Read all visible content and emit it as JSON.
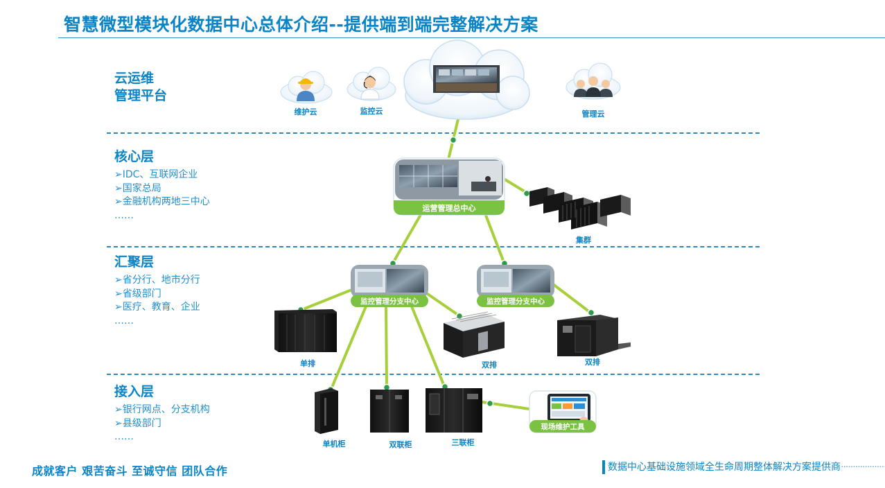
{
  "title": "智慧微型模块化数据中心总体介绍--提供端到端完整解决方案",
  "layers": [
    {
      "name_lines": [
        "云运维",
        "管理平台"
      ],
      "items": []
    },
    {
      "name_lines": [
        "核心层"
      ],
      "items": [
        "➢IDC、互联网企业",
        "➢国家总局",
        "➢金融机构两地三中心",
        "……"
      ]
    },
    {
      "name_lines": [
        "汇聚层"
      ],
      "items": [
        "➢省分行、地市分行",
        "➢省级部门",
        "➢医疗、教育、企业",
        "……"
      ]
    },
    {
      "name_lines": [
        "接入层"
      ],
      "items": [
        "➢银行网点、分支机构",
        "➢县级部门",
        "……"
      ]
    }
  ],
  "cloud": {
    "maintenance_label": "维护云",
    "monitoring_label": "监控云",
    "management_label": "管理云"
  },
  "core": {
    "center_label": "运营管理总中心",
    "cluster_label": "集群"
  },
  "aggregation": {
    "branch_left_label": "监控管理分支中心",
    "branch_right_label": "监控管理分支中心",
    "single_row_label": "单排",
    "double_row_mid_label": "双排",
    "double_row_right_label": "双排"
  },
  "access": {
    "single_cabinet_label": "单机柜",
    "double_cabinet_label": "双联柜",
    "triple_cabinet_label": "三联柜",
    "field_tool_label": "现场维护工具"
  },
  "footer": {
    "slogan": "成就客户 艰苦奋斗 至诚守信 团队合作",
    "tagline": "数据中心基础设施领域全生命周期整体解决方案提供商",
    "dots": "·························"
  },
  "colors": {
    "brand_blue": "#0a84c6",
    "link_green": "#a6cf3a",
    "node_green": "#2e9a4a",
    "label_green": "#7cc242"
  }
}
